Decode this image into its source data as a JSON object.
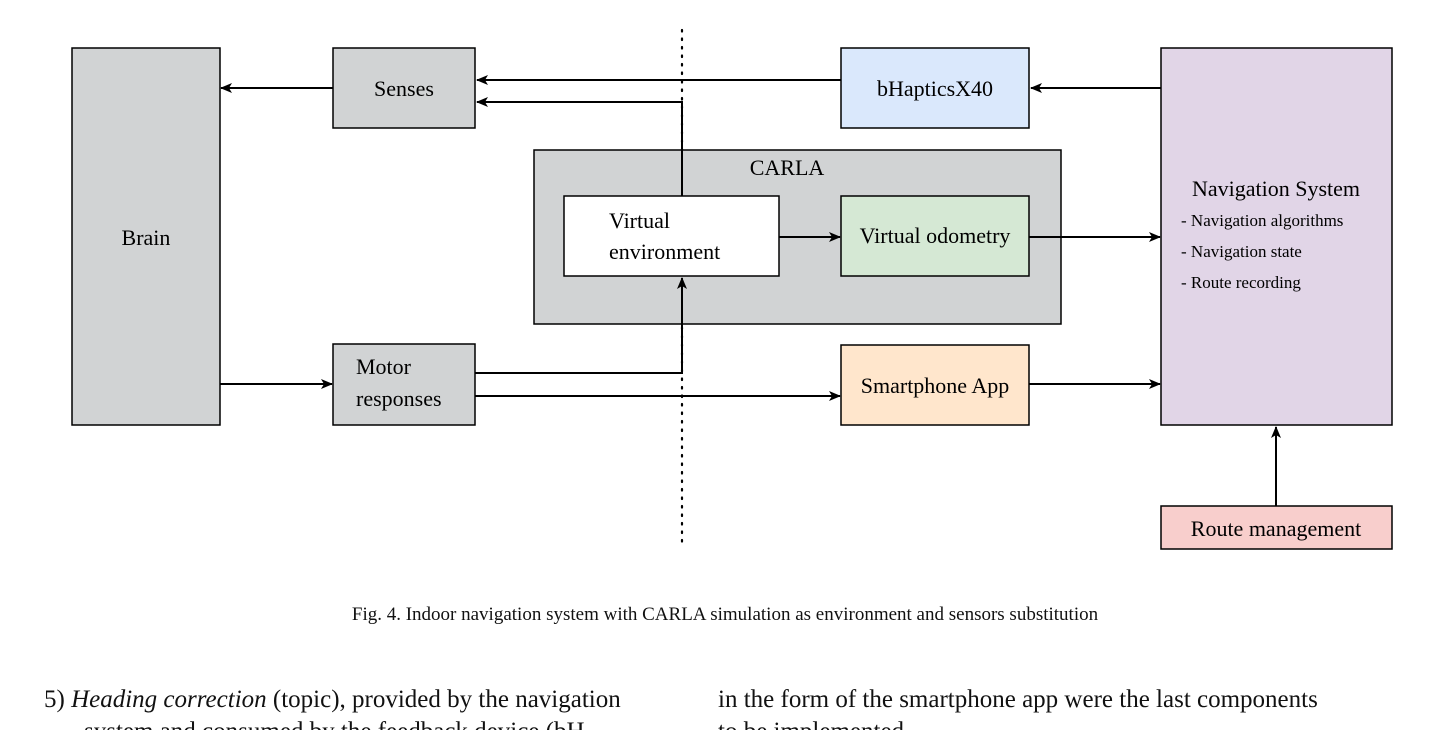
{
  "diagram": {
    "boxes": {
      "brain": {
        "label": "Brain",
        "fill": "#d1d3d4"
      },
      "senses": {
        "label": "Senses",
        "fill": "#d1d3d4"
      },
      "motor": {
        "line1": "Motor",
        "line2": "responses",
        "fill": "#d1d3d4"
      },
      "carla": {
        "label": "CARLA",
        "fill": "#d1d3d4"
      },
      "virtual_env": {
        "line1": "Virtual",
        "line2": "environment",
        "fill": "#ffffff"
      },
      "virtual_odom": {
        "label": "Virtual odometry",
        "fill": "#d5e8d4"
      },
      "bhaptics": {
        "label": "bHapticsX40",
        "fill": "#dae8fc"
      },
      "smartphone": {
        "label": "Smartphone App",
        "fill": "#ffe6cc"
      },
      "nav_system": {
        "title": "Navigation System",
        "items": [
          "- Navigation algorithms",
          "- Navigation state",
          "- Route recording"
        ],
        "fill": "#e1d5e7"
      },
      "route_mgmt": {
        "label": "Route management",
        "fill": "#f8cecc"
      }
    }
  },
  "caption": "Fig. 4.  Indoor navigation system with CARLA simulation as environment and sensors substitution",
  "body_text": {
    "left_line1_num": "5) ",
    "left_line1_em": "Heading correction",
    "left_line1_rest": " (topic), provided by the navigation",
    "right_line1": "in the form of the smartphone app were the last components",
    "left_line2": "system and consumed by the feedback device (bH...",
    "right_line2": "to be implemented."
  }
}
